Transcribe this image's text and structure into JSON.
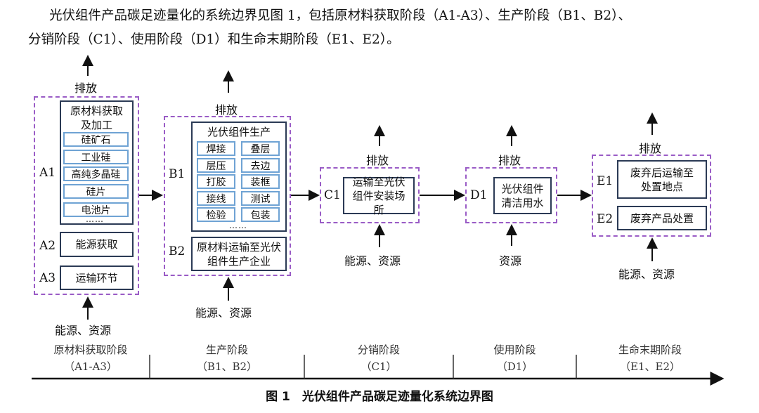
{
  "paragraph": {
    "line1": "光伏组件产品碳足迹量化的系统边界见图 1，包括原材料获取阶段（A1-A3）、生产阶段（B1、B2）、",
    "line2": "分销阶段（C1）、使用阶段（D1）和生命末期阶段（E1、E2）。"
  },
  "emission": "排放",
  "energy_resources": "能源、资源",
  "resources": "资源",
  "A": {
    "a1_label": "A1",
    "a2_label": "A2",
    "a3_label": "A3",
    "a1_title": "原材料获取及加工",
    "a1_items": [
      "硅矿石",
      "工业硅",
      "高纯多晶硅",
      "硅片",
      "电池片"
    ],
    "ellipsis": "……",
    "a2": "能源获取",
    "a3": "运输环节"
  },
  "B": {
    "b1_label": "B1",
    "b2_label": "B2",
    "b1_title": "光伏组件生产",
    "b1_items": [
      "焊接",
      "叠层",
      "层压",
      "去边",
      "打胶",
      "装框",
      "接线",
      "测试",
      "检验",
      "包装"
    ],
    "ellipsis": "……",
    "b2": "原材料运输至光伏组件生产企业"
  },
  "C": {
    "label": "C1",
    "text": "运输至光伏组件安装场所"
  },
  "D": {
    "label": "D1",
    "text": "光伏组件清洁用水"
  },
  "E": {
    "e1_label": "E1",
    "e2_label": "E2",
    "e1": "废弃后运输至处置地点",
    "e2": "废弃产品处置"
  },
  "stages": [
    {
      "name": "原材料获取阶段",
      "code": "（A1-A3）"
    },
    {
      "name": "生产阶段",
      "code": "（B1、B2）"
    },
    {
      "name": "分销阶段",
      "code": "（C1）"
    },
    {
      "name": "使用阶段",
      "code": "（D1）"
    },
    {
      "name": "生命末期阶段",
      "code": "（E1、E2）"
    }
  ],
  "caption": "图 1　光伏组件产品碳足迹量化系统边界图",
  "colors": {
    "dashed": "#9a5cc6",
    "box": "#2b3a55",
    "subbox": "#6fa3d4"
  }
}
